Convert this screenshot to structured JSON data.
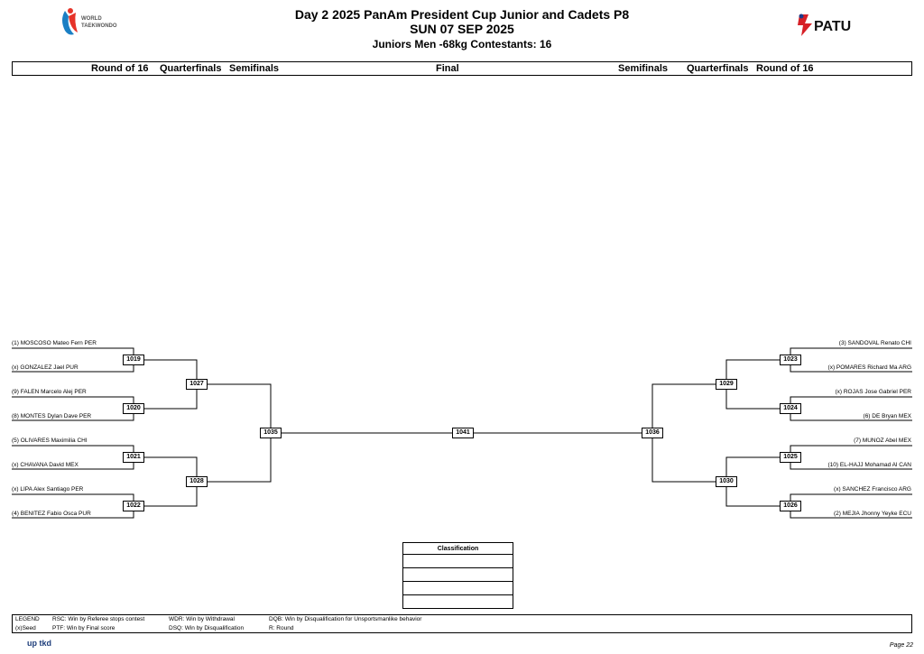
{
  "header": {
    "title": "Day 2 2025 PanAm President Cup  Junior and Cadets P8",
    "date": "SUN 07 SEP 2025",
    "division": "Juniors  Men -68kg  Contestants: 16"
  },
  "logos": {
    "left_brand": "WORLD TAEKWONDO",
    "right_brand": "PATU"
  },
  "round_headers": {
    "left_r16": "Round of 16",
    "left_qf": "Quarterfinals",
    "left_sf": "Semifinals",
    "final": "Final",
    "right_sf": "Semifinals",
    "right_qf": "Quarterfinals",
    "right_r16": "Round of 16"
  },
  "left_players": [
    "(1) MOSCOSO Mateo Fern PER",
    "(x) GONZALEZ Jael PUR",
    "(9) FALEN Marcelo Alej PER",
    "(8) MONTES Dylan Dave PER",
    "(5) OLIVARES Maximilia CHI",
    "(x) CHAVANA David MEX",
    "(x) LIPA Alex Santiago PER",
    "(4) BENITEZ Fabio Osca PUR"
  ],
  "right_players": [
    "(3) SANDOVAL Renato CHI",
    "(x) POMARES Richard Ma ARG",
    "(x) ROJAS Jose Gabriel PER",
    "(6) DE Bryan MEX",
    "(7) MUNOZ Abel MEX",
    "(10) EL-HAJJ Mohamad Al CAN",
    "(x) SANCHEZ Francisco ARG",
    "(2) MEJIA Jhonny Yeyke ECU"
  ],
  "matches": {
    "left_r16": [
      "1019",
      "1020",
      "1021",
      "1022"
    ],
    "left_qf": [
      "1027",
      "1028"
    ],
    "left_sf": "1035",
    "final": "1041",
    "right_sf": "1036",
    "right_qf": [
      "1029",
      "1030"
    ],
    "right_r16": [
      "1023",
      "1024",
      "1025",
      "1026"
    ]
  },
  "classification": {
    "title": "Classification"
  },
  "legend": {
    "legend_label": "LEGEND",
    "seed": "(x)Seed",
    "rsc": "RSC: Win by Referee stops contest",
    "ptf": "PTF: Win by Final score",
    "wdr": "WDR: Win by Withdrawal",
    "dsq": "DSQ: Win by Disqualification",
    "dqb": "DQB: Win by Disqualification for Unsportsmanlike behavior",
    "round": "R: Round"
  },
  "footer": {
    "brand": "up tkd",
    "page": "Page 22"
  }
}
